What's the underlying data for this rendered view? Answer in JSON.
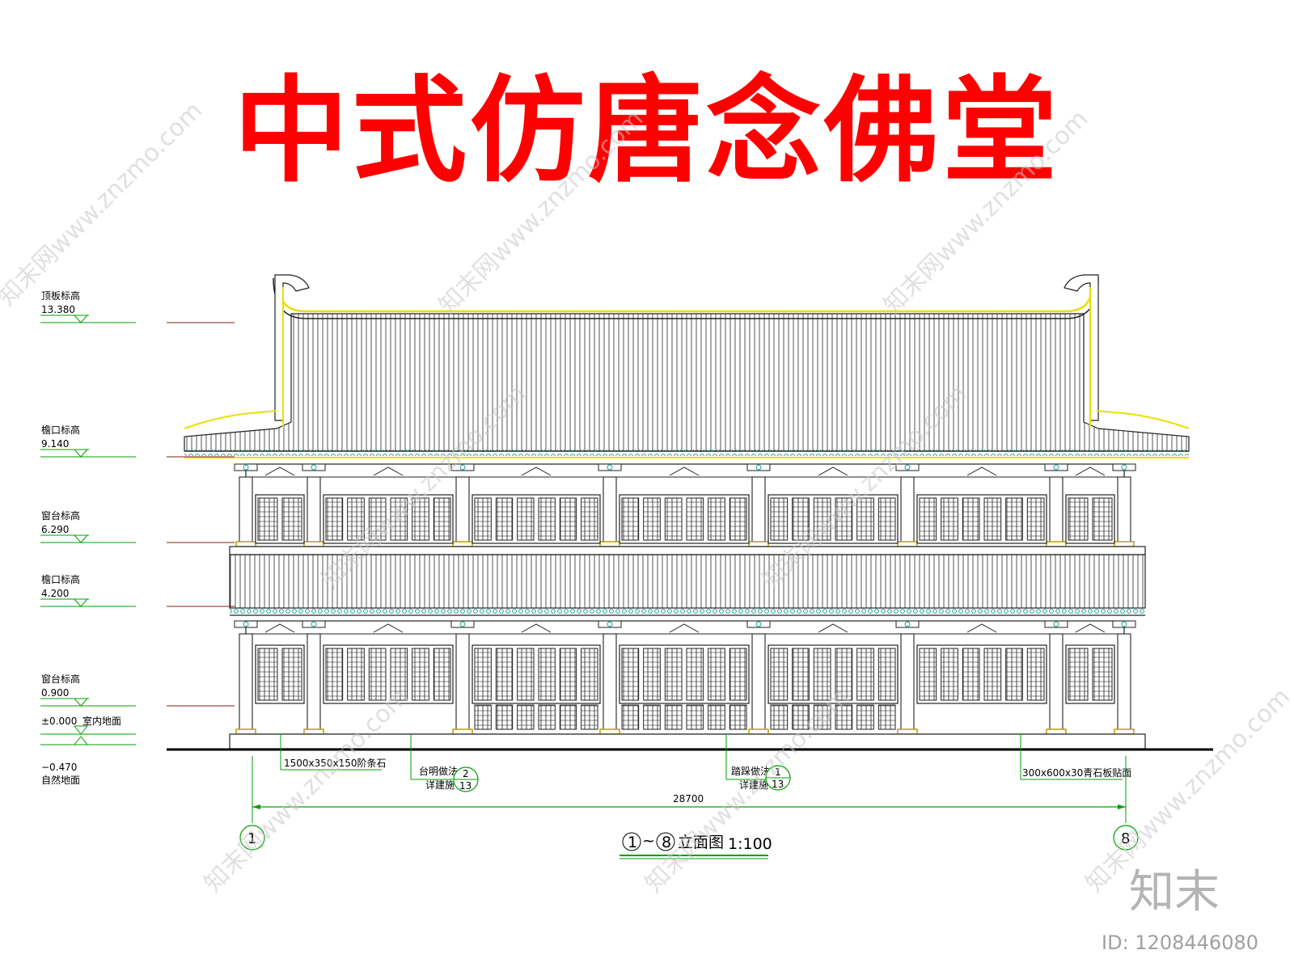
{
  "title": "中式仿唐念佛堂",
  "levels": [
    {
      "label": "顶板标高",
      "value": "13.380"
    },
    {
      "label": "檐口标高",
      "value": "9.140"
    },
    {
      "label": "窗台标高",
      "value": "6.290"
    },
    {
      "label": "檐口标高",
      "value": "4.200"
    },
    {
      "label": "窗台标高",
      "value": "0.900"
    },
    {
      "label": "室内地面",
      "value": "±0.000"
    },
    {
      "label": "自然地面",
      "value": "−0.470"
    }
  ],
  "notes": {
    "step_stone": "1500x350x150阶条石",
    "plinth_method": "台明做法",
    "plinth_ref": "详建施",
    "plinth_num": "2",
    "plinth_sheet": "13",
    "tread_method": "踏跺做法",
    "tread_ref": "详建施",
    "tread_num": "1",
    "tread_sheet": "13",
    "paving": "300x600x30青石板贴面"
  },
  "dimension": "28700",
  "axes": {
    "start": "1",
    "end": "8"
  },
  "caption": {
    "axis_start": "1",
    "tilde": "~",
    "axis_end": "8",
    "text": "立面图",
    "scale": "1:100"
  },
  "watermark": "知末网www.znzmo.com",
  "brand": "知末",
  "image_id": "ID: 1208446080"
}
